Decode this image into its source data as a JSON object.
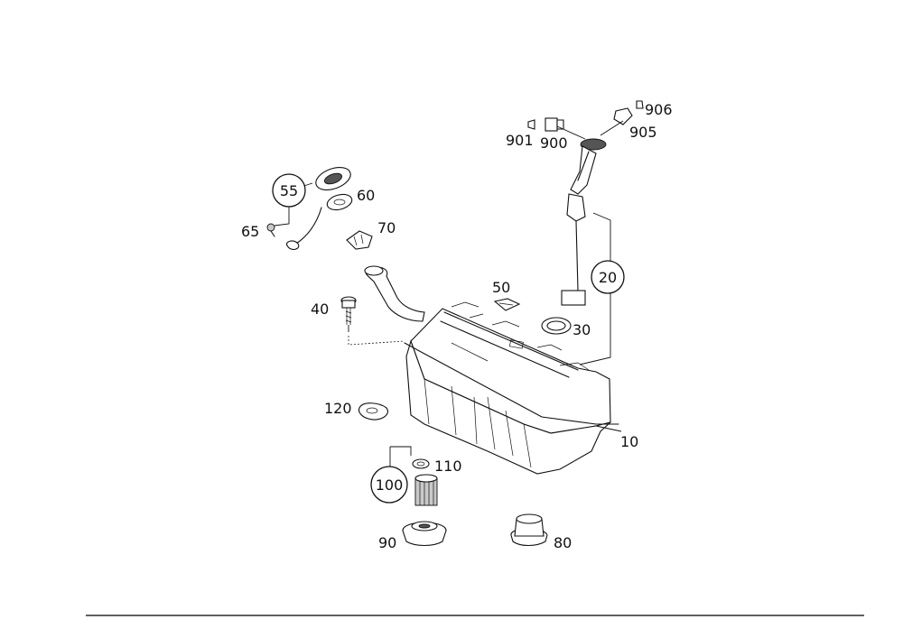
{
  "callouts": {
    "p10": "10",
    "p20": "20",
    "p30": "30",
    "p40": "40",
    "p50": "50",
    "p55": "55",
    "p60": "60",
    "p65": "65",
    "p70": "70",
    "p80": "80",
    "p90": "90",
    "p100": "100",
    "p110": "110",
    "p120": "120",
    "p900": "900",
    "p901": "901",
    "p905": "905",
    "p906": "906"
  }
}
